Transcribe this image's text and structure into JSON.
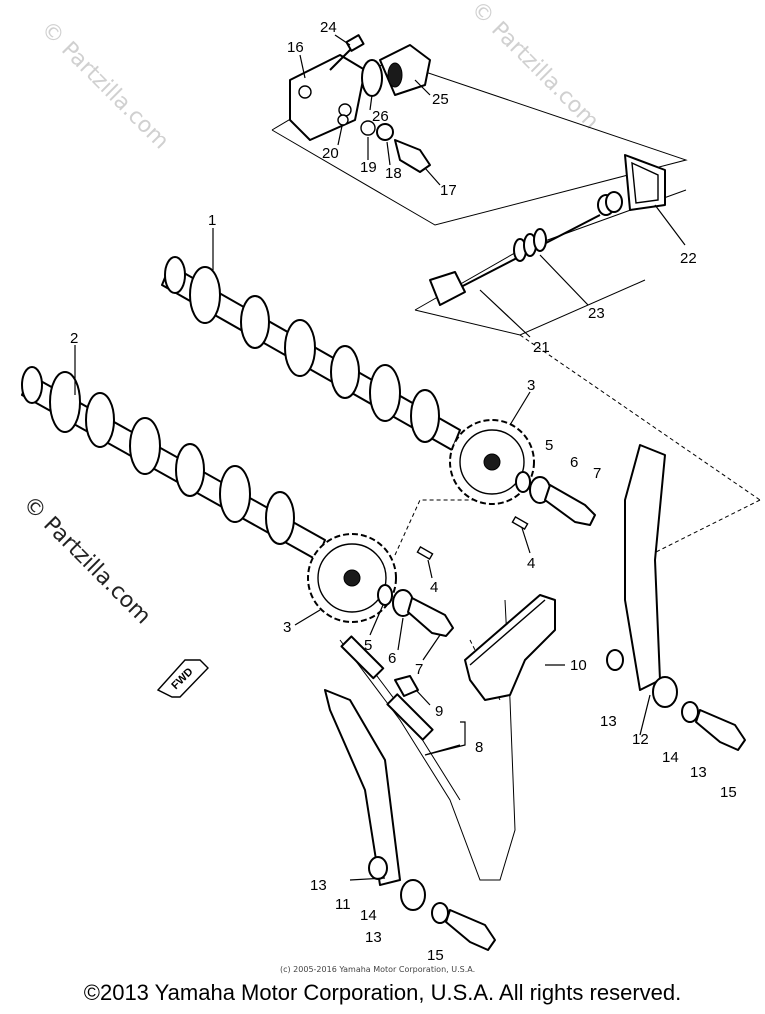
{
  "watermark": {
    "brand": "© Partzilla.com"
  },
  "diagram": {
    "callouts": {
      "c1": "1",
      "c2": "2",
      "c3a": "3",
      "c3b": "3",
      "c4a": "4",
      "c4b": "4",
      "c5a": "5",
      "c5b": "5",
      "c6a": "6",
      "c6b": "6",
      "c7a": "7",
      "c7b": "7",
      "c8": "8",
      "c9": "9",
      "c10": "10",
      "c11": "11",
      "c12": "12",
      "c13a": "13",
      "c13b": "13",
      "c13c": "13",
      "c13d": "13",
      "c14a": "14",
      "c14b": "14",
      "c15a": "15",
      "c15b": "15",
      "c16": "16",
      "c17": "17",
      "c18": "18",
      "c19": "19",
      "c20": "20",
      "c21": "21",
      "c22": "22",
      "c23": "23",
      "c24": "24",
      "c25": "25",
      "c26": "26"
    },
    "fwd_label": "FWD",
    "small_copyright": "(c) 2005-2016 Yamaha Motor Corporation, U.S.A."
  },
  "footer": {
    "copyright": "©2013 Yamaha Motor Corporation, U.S.A. All rights reserved."
  }
}
